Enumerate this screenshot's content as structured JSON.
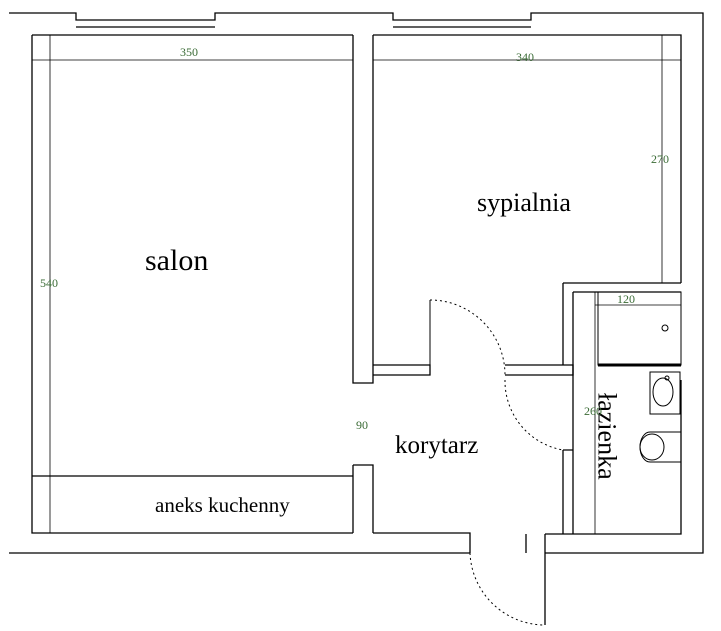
{
  "plan": {
    "rooms": {
      "salon": "salon",
      "sypialnia": "sypialnia",
      "korytarz": "korytarz",
      "lazienka": "łazienka",
      "aneks": "aneks kuchenny"
    },
    "dimensions": {
      "salon_width": "350",
      "bedroom_width": "340",
      "bedroom_depth": "270",
      "salon_depth": "540",
      "bath_width": "120",
      "bath_depth": "260",
      "passage": "90"
    },
    "colors": {
      "wall": "#000000",
      "dimension": "#3a6b35",
      "background": "#ffffff"
    }
  }
}
